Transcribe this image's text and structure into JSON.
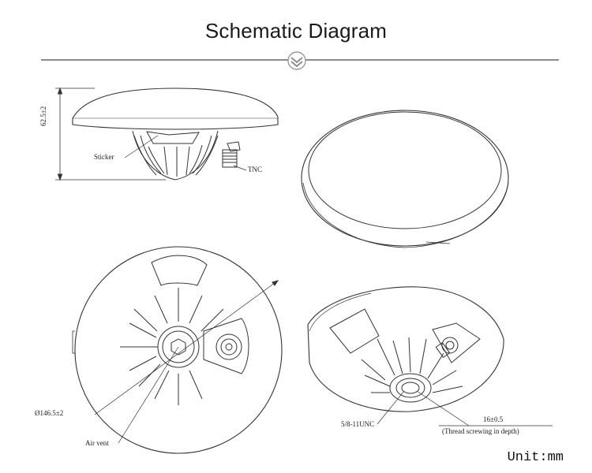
{
  "title": "Schematic Diagram",
  "labels": {
    "height_dim": "62.5±2",
    "sticker": "Sticker",
    "tnc": "TNC",
    "diameter": "Ø146.5±2",
    "air_vent": "Air vent",
    "thread_unc": "5/8-11UNC",
    "thread_depth_value": "16±0.5",
    "thread_depth_note": "(Thread screwing in depth)"
  },
  "unit": "Unit:mm",
  "colors": {
    "divider": "#8a8a8a",
    "stroke": "#333333",
    "badge": "#a7a7a7"
  }
}
